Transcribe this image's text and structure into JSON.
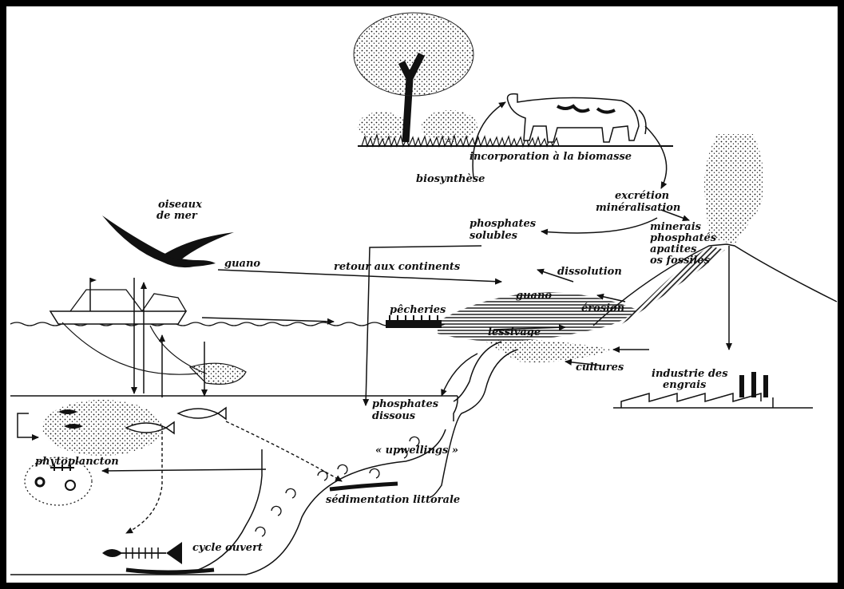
{
  "diagram": {
    "labels": {
      "incorporation": "incorporation à la biomasse",
      "biosynthese": "biosynthèse",
      "excretion": "excrétion",
      "mineralisation": "minéralisation",
      "phosphates_solubles_1": "phosphates",
      "phosphates_solubles_2": "solubles",
      "minerais_1": "minerais",
      "minerais_2": "phosphatés",
      "minerais_3": "apatites",
      "minerais_4": "os fossiles",
      "oiseaux_1": "oiseaux",
      "oiseaux_2": "de mer",
      "guano_arrow": "guano",
      "retour": "retour aux continents",
      "dissolution": "dissolution",
      "pecheries": "pêcheries",
      "guano_deposit": "guano",
      "erosion": "érosion",
      "lessivage": "lessivage",
      "cultures": "cultures",
      "industrie_1": "industrie des",
      "industrie_2": "engrais",
      "phosphates_dissous_1": "phosphates",
      "phosphates_dissous_2": "dissous",
      "upwellings": "« upwellings »",
      "phytoplancton": "phytoplancton",
      "sedimentation": "sédimentation littorale",
      "cycle_ouvert": "cycle ouvert"
    }
  }
}
